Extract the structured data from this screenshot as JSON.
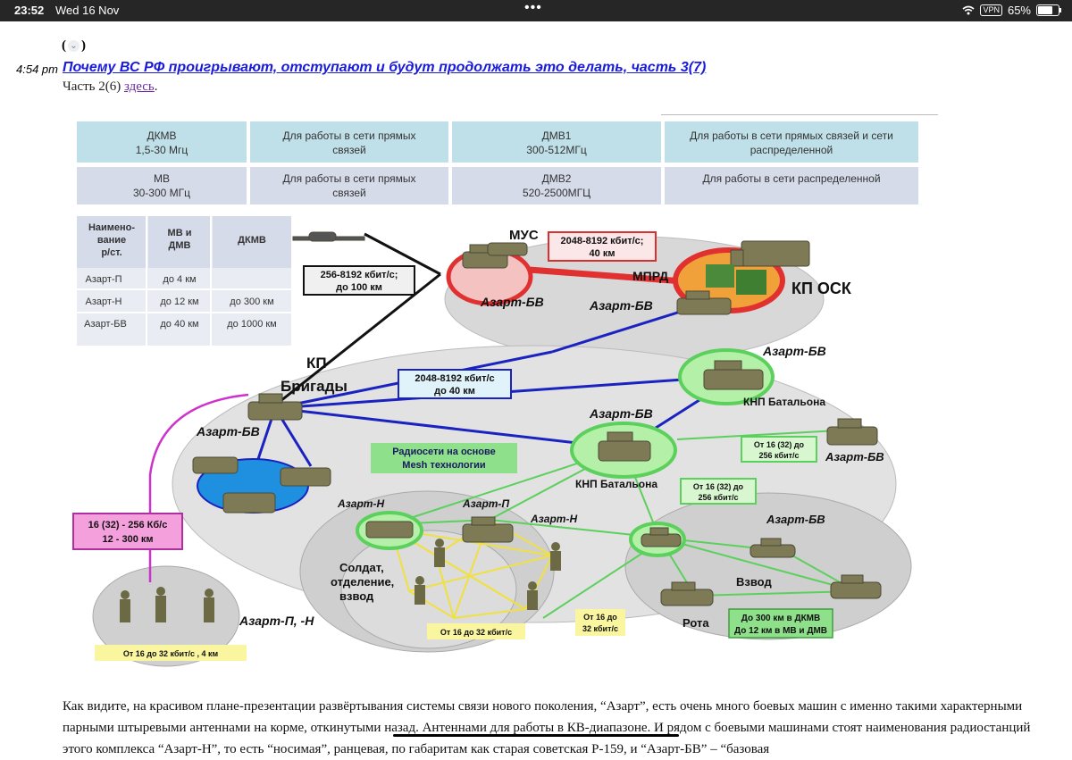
{
  "status": {
    "time": "23:52",
    "date": "Wed 16 Nov",
    "dots": "•••",
    "vpn": "VPN",
    "battery": "65%"
  },
  "post": {
    "toggle_open": "(",
    "toggle_close": ")",
    "time": "4:54 pm",
    "title": "Почему ВС РФ проигрывают, отступают и будут продолжать это делать, часть 3(7)",
    "part_prefix": "Часть 2(6) ",
    "part_link": "здесь",
    "part_suffix": "."
  },
  "bands": [
    {
      "name": "ДКМВ",
      "range": "1,5-30 Мгц",
      "usage_1": "Для работы в сети прямых",
      "usage_2": "связей",
      "name2": "ДМВ1",
      "range2": "300-512МГц",
      "usage2_1": "Для работы  в сети прямых связей и сети",
      "usage2_2": "распределенной"
    },
    {
      "name": "МВ",
      "range": "30-300 МГц",
      "usage_1": "Для работы в сети прямых",
      "usage_2": "связей",
      "name2": "ДМВ2",
      "range2": "520-2500МГЦ",
      "usage2_1": "Для работы в сети распределенной",
      "usage2_2": ""
    }
  ],
  "range_table": {
    "headers": [
      "Наимено-",
      "вание",
      "р/ст.",
      "МВ и",
      "ДМВ",
      "ДКМВ"
    ],
    "rows": [
      {
        "name": "Азарт-П",
        "mv": "до 4 км",
        "dkmv": ""
      },
      {
        "name": "Азарт-Н",
        "mv": "до 12 км",
        "dkmv": "до 300 км"
      },
      {
        "name": "Азарт-БВ",
        "mv": "до 40 км",
        "dkmv": "до 1000 км"
      }
    ]
  },
  "diagram": {
    "mus": "МУС",
    "mprd": "МПРД",
    "kp_osk": "КП ОСК",
    "rate_top": "2048-8192 кбит/с;",
    "rate_top_2": "40 км",
    "rate_uav": "256-8192 кбит/с;",
    "rate_uav_2": "до 100 км",
    "rate_mid": "2048-8192 кбит/с",
    "rate_mid_2": "до 40 км",
    "kp_brigady_1": "КП",
    "kp_brigady_2": "Бригады",
    "azart_bv": "Азарт-БВ",
    "azart_n": "Азарт-Н",
    "azart_p": "Азарт-П",
    "azart_pn": "Азарт-П, -Н",
    "knp_bat": "КНП Батальона",
    "mesh_1": "Радиосети на основе",
    "mesh_2": "Mesh технологии",
    "rate_16_1": "От 16 (32) до",
    "rate_16_2": "256 кбит/с",
    "rate_pink_1": "16 (32) - 256 Кб/с",
    "rate_pink_2": "12 - 300 км",
    "soldier_1": "Солдат,",
    "soldier_2": "отделение,",
    "soldier_3": "взвод",
    "rate_32": "От 16 до 32 кбит/с",
    "rate_32_short_1": "От 16 до",
    "rate_32_short_2": "32 кбит/с",
    "rate_32_4km": "От 16 до 32 кбит/с , 4 км",
    "vzvod": "Взвод",
    "rota": "Рота",
    "range_green_1": "До 300 км в ДКМВ",
    "range_green_2": "До 12 км в МВ и ДМВ"
  },
  "article": {
    "text": "Как видите, на красивом плане-презентации развёртывания системы связи нового поколения, “Азарт”, есть очень много боевых машин с именно такими характерными парными штыревыми антеннами на корме, откинутыми назад. Антеннами для работы в КВ-диапазоне. И рядом с боевыми машинами стоят наименования радиостанций этого комплекса “Азарт-Н”, то есть “носимая”, ранцевая, по габаритам как старая советская Р-159, и “Азарт-БВ” – “базовая"
  }
}
